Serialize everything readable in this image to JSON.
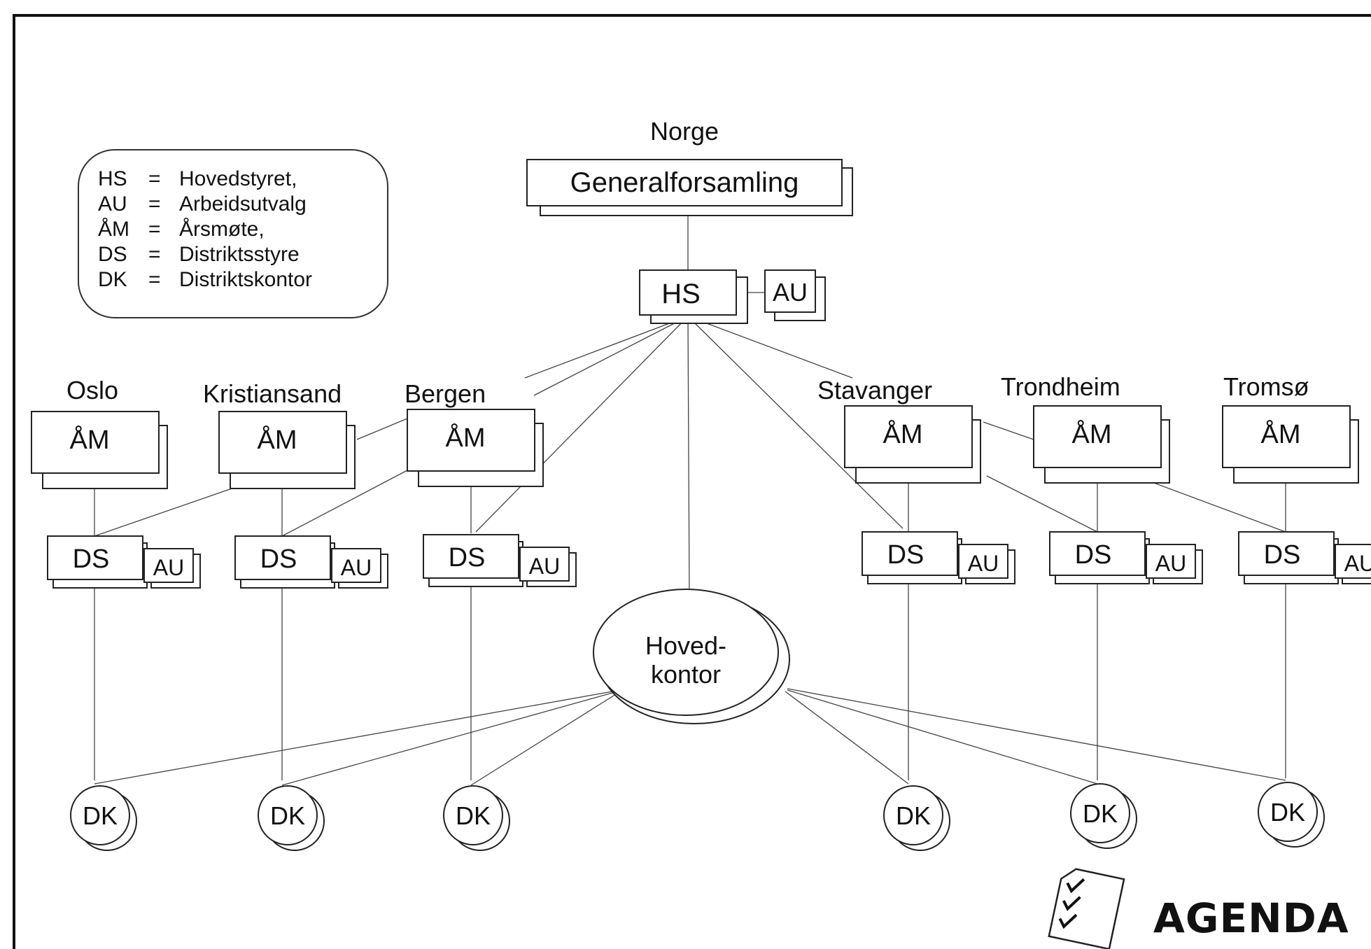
{
  "legend": {
    "entries": [
      {
        "abbr": "HS",
        "eq": "=",
        "meaning": "Hovedstyret,"
      },
      {
        "abbr": "AU",
        "eq": "=",
        "meaning": "Arbeidsutvalg"
      },
      {
        "abbr": "ÅM",
        "eq": "=",
        "meaning": "Årsmøte,"
      },
      {
        "abbr": "DS",
        "eq": "=",
        "meaning": "Distriktsstyre"
      },
      {
        "abbr": "DK",
        "eq": "=",
        "meaning": "Distriktskontor"
      }
    ]
  },
  "top": {
    "country": "Norge",
    "general_assembly": "Generalforsamling",
    "board": "HS",
    "board_au": "AU"
  },
  "head_office": {
    "line1": "Hoved-",
    "line2": "kontor"
  },
  "regions": [
    {
      "name": "Oslo",
      "am": "ÅM",
      "ds": "DS",
      "au": "AU",
      "dk": "DK"
    },
    {
      "name": "Kristiansand",
      "am": "ÅM",
      "ds": "DS",
      "au": "AU",
      "dk": "DK"
    },
    {
      "name": "Bergen",
      "am": "ÅM",
      "ds": "DS",
      "au": "AU",
      "dk": "DK"
    },
    {
      "name": "Stavanger",
      "am": "ÅM",
      "ds": "DS",
      "au": "AU",
      "dk": "DK"
    },
    {
      "name": "Trondheim",
      "am": "ÅM",
      "ds": "DS",
      "au": "AU",
      "dk": "DK"
    },
    {
      "name": "Tromsø",
      "am": "ÅM",
      "ds": "DS",
      "au": "AU",
      "dk": "DK"
    }
  ],
  "logo": {
    "text": "AGENDA",
    "icon": "checklist-icon"
  }
}
